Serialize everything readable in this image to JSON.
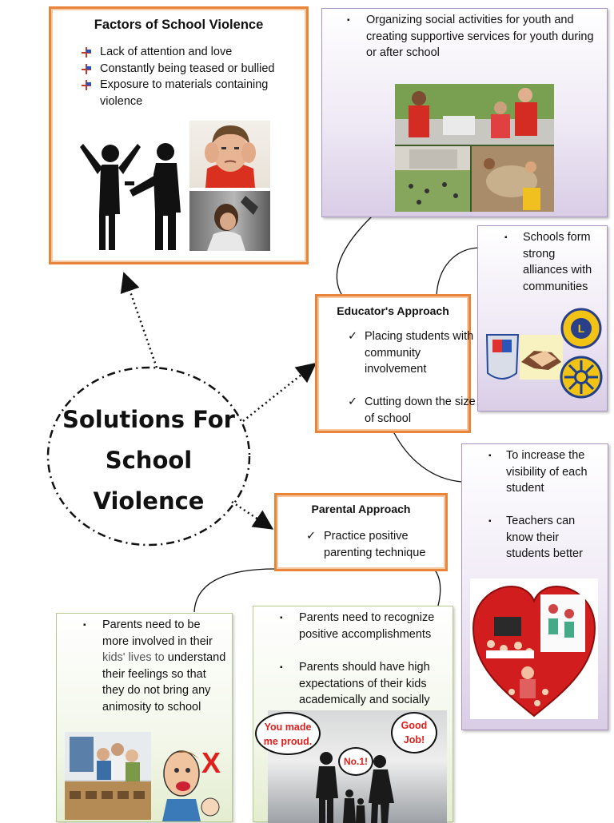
{
  "factors": {
    "title": "Factors of School Violence",
    "items": [
      "Lack of attention and love",
      "Constantly being teased or bullied",
      "Exposure to materials containing violence"
    ]
  },
  "activities": {
    "bullet": "Organizing social activities for youth and creating supportive services for youth during or after school"
  },
  "alliances": {
    "bullet": "Schools form strong alliances with communities"
  },
  "center": {
    "line1": "Solutions For",
    "line2": "School",
    "line3": "Violence"
  },
  "educator": {
    "title": "Educator's Approach",
    "items": [
      "Placing students with community involvement",
      "Cutting down the size of school"
    ]
  },
  "visibility": {
    "items": [
      "To increase the visibility of each student",
      "Teachers can know their students better"
    ]
  },
  "parental": {
    "title": "Parental Approach",
    "items": [
      "Practice positive parenting technique"
    ]
  },
  "involved": {
    "part1": "Parents need to be more involved in their",
    "part2": "kids' lives to",
    "part3": "understand their feelings so that they do not bring any animosity to school"
  },
  "recognize": {
    "items": [
      "Parents need to recognize positive accomplishments",
      "Parents should have high expectations of their kids academically and socially"
    ]
  },
  "bubbles": {
    "left": "You made me proud.",
    "middle": "No.1!",
    "right": "Good Job!"
  },
  "cross_mark": "X",
  "colors": {
    "orange_border": "#e8853a",
    "purple_border": "#a996c0",
    "green_border": "#b7c98f",
    "bubble_text": "#e0201c"
  }
}
